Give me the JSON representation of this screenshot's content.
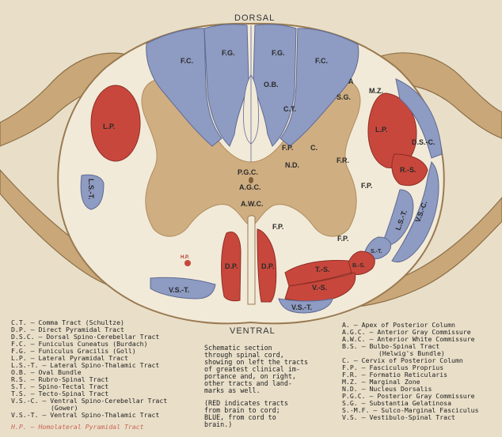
{
  "orientation": {
    "top": "DORSAL",
    "bottom": "VENTRAL"
  },
  "region_labels": {
    "fc_left": "F.C.",
    "fg_left": "F.G.",
    "fg_right": "F.G.",
    "fc_right": "F.C.",
    "ob": "O.B.",
    "ct": "C.T.",
    "a": "A",
    "sg": "S.G.",
    "mz": "M.Z.",
    "lp_left": "L.P.",
    "lp_right": "L.P.",
    "dsc": "D.S.-C.",
    "rs": "R.-S.",
    "lst_left": "L.S.-T.",
    "lst_right": "L.S.-T.",
    "vsc": "V.S.-C.",
    "fp_1": "F.P.",
    "c": "C.",
    "nd": "N.D.",
    "fr": "F.R.",
    "fp_2": "F.P.",
    "pgc": "P.G.C.",
    "agc": "A.G.C.",
    "awc": "A.W.C.",
    "fp_3": "F.P.",
    "fp_4": "F.P.",
    "hp_small": "H.P.",
    "dp_left": "D.P.",
    "dp_right": "D.P.",
    "ts": "T.-S.",
    "vs": "V.-S.",
    "st": "S.-T.",
    "bs": "B.-S.",
    "vst_left": "V.S.-T.",
    "vst_right": "V.S.-T."
  },
  "legend_left": [
    "C.T. — Comma Tract (Schultze)",
    "D.P. — Direct Pyramidal Tract",
    "D.S.C. — Dorsal Spino-Cerebellar Tract",
    "F.C. — Funiculus Cuneatus (Burdach)",
    "F.G. — Funiculus Gracilis (Goll)",
    "L.P. — Lateral Pyramidal Tract",
    "L.S.-T. — Lateral Spino-Thalamic Tract",
    "O.B. — Oval Bundle",
    "R.S. — Rubro-Spinal Tract",
    "S.T. — Spino-Tectal Tract",
    "T.S. — Tecto-Spinal Tract",
    "V.S.-C. — Ventral Spino-Cerebellar Tract",
    "(Gower)",
    "V.S.-T. — Ventral Spino-Thalamic Tract"
  ],
  "legend_left_handwritten": "H.P. — Homolateral Pyramidal Tract",
  "description": [
    "Schematic section",
    "through spinal cord,",
    "showing on left the tracts",
    "of greatest clinical im-",
    "portance and, on right,",
    "other tracts and land-",
    "marks as well.",
    "",
    "(RED indicates tracts",
    "from brain to cord;",
    "BLUE, from cord to",
    "brain.)"
  ],
  "legend_right": [
    "A. — Apex of Posterior Column",
    "A.G.C. — Anterior Gray Commissure",
    "A.W.C. — Anterior White Commissure",
    "B.S. — Bulbo-Spinal Tract",
    "(Helwig's Bundle)",
    "C. — Cervix of Posterior Column",
    "F.P. — Fasciculus Proprius",
    "F.R. — Formatio Reticularis",
    "M.Z. — Marginal Zone",
    "N.D. — Nucleus Dorsalis",
    "P.G.C. — Posterior Gray Commissure",
    "S.G. — Substantia Gelatinosa",
    "S.-M.F. — Sulco-Marginal Fasciculus",
    "V.S. — Vestibulo-Spinal Tract"
  ],
  "colors": {
    "descending_red": "#c8473c",
    "ascending_blue": "#8e9bc2",
    "gray_matter": "#cfae82",
    "white_matter": "#f2ead8",
    "nerve_root": "#c9a778"
  }
}
